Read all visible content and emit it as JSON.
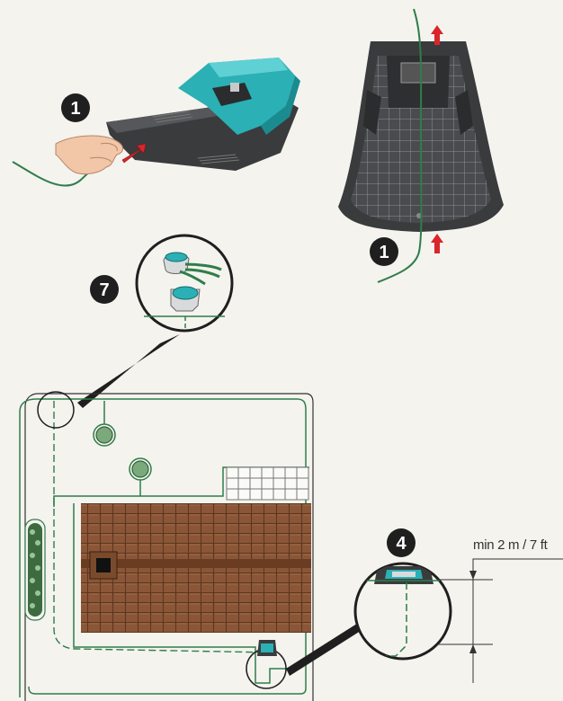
{
  "steps": {
    "step_1": "1",
    "step_7": "7",
    "step_4": "4"
  },
  "measure": {
    "label": "min 2 m / 7 ft"
  },
  "colors": {
    "background": "#f4f3ee",
    "wire": "#2f7d4a",
    "mower_body": "#3a3b3d",
    "mower_accent": "#2ab0b5",
    "arrow": "#d8262b",
    "house_roof": "#7a4a2c",
    "badge": "#1f1f1f"
  },
  "icons": [
    "hand-icon",
    "arrow-up-icon",
    "bush-icon",
    "connector-icon",
    "robot-mower-icon"
  ]
}
